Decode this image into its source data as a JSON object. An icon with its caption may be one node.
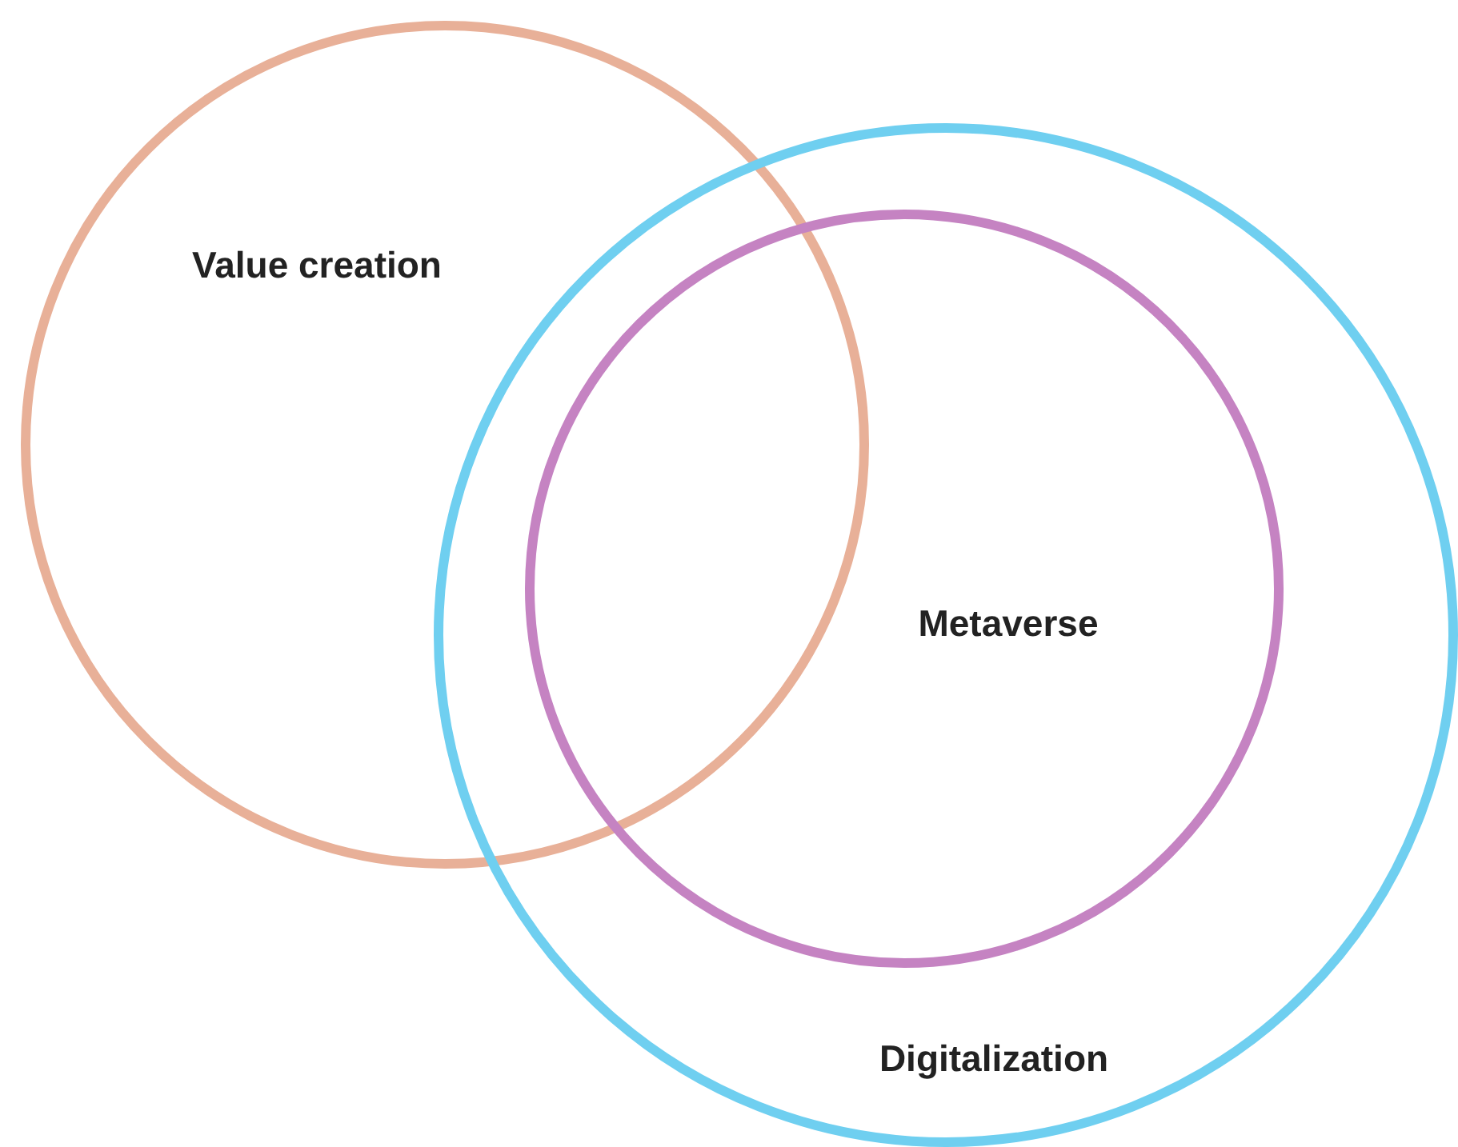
{
  "diagram": {
    "nodes": [
      {
        "text": [
          "Value creation"
        ]
      },
      {
        "text": [
          "Digitalization"
        ]
      },
      {
        "text": [
          "Metaverse"
        ],
        "in": 1
      }
    ],
    "edges": []
  }
}
